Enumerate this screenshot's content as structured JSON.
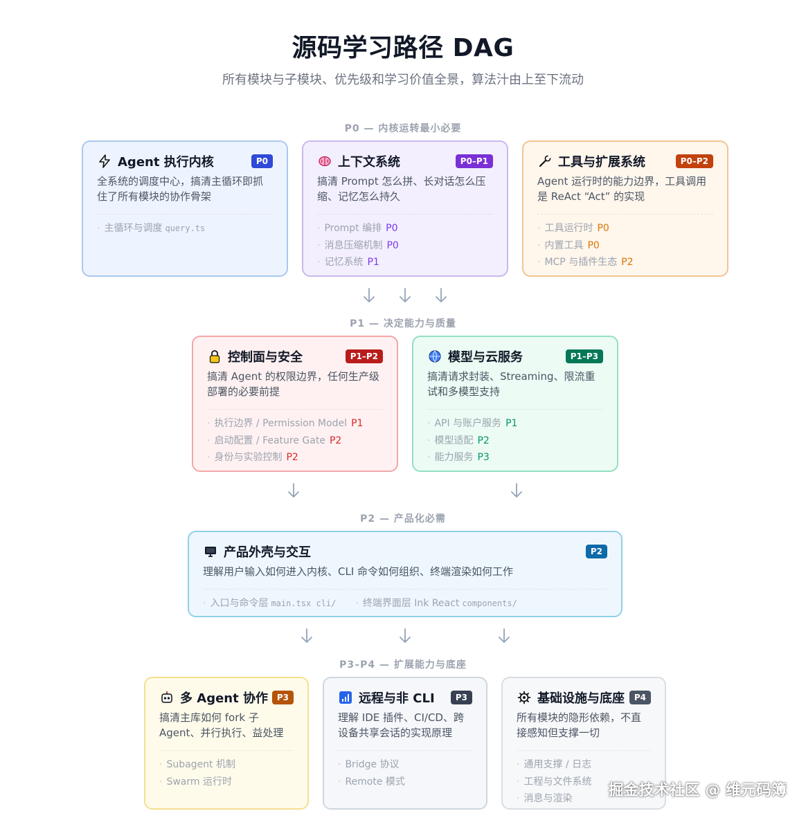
{
  "header": {
    "title": "源码学习路径 DAG",
    "subtitle": "所有模块与子模块、优先级和学习价值全景，算法汁由上至下流动"
  },
  "tiers": {
    "t0": "P0 — 内核运转最小必要",
    "t1": "P1 — 决定能力与质量",
    "t2": "P2 — 产品化必需",
    "t3": "P3–P4 — 扩展能力与底座"
  },
  "cards": {
    "agent": {
      "icon": "lightning-icon",
      "title": "Agent 执行内核",
      "badge": "P0",
      "badge_color": "#2f4ad6",
      "desc": "全系统的调度中心，搞清主循环即抓住了所有模块的协作骨架",
      "items": [
        {
          "label": "主循环与调度",
          "code": "query.ts"
        }
      ]
    },
    "context": {
      "icon": "brain-icon",
      "title": "上下文系统",
      "badge": "P0–P1",
      "badge_color": "#7b2fd6",
      "desc": "搞清 Prompt 怎么拼、长对话怎么压缩、记忆怎么持久",
      "items": [
        {
          "label": "Prompt 编排",
          "prio": "P0"
        },
        {
          "label": "消息压缩机制",
          "prio": "P0"
        },
        {
          "label": "记忆系统",
          "prio": "P1"
        }
      ]
    },
    "tools": {
      "icon": "wrench-icon",
      "title": "工具与扩展系统",
      "badge": "P0–P2",
      "badge_color": "#c2410c",
      "desc": "Agent 运行时的能力边界，工具调用是 ReAct “Act” 的实现",
      "items": [
        {
          "label": "工具运行时",
          "prio": "P0"
        },
        {
          "label": "内置工具",
          "prio": "P0"
        },
        {
          "label": "MCP 与插件生态",
          "prio": "P2"
        }
      ]
    },
    "control": {
      "icon": "lock-icon",
      "title": "控制面与安全",
      "badge": "P1–P2",
      "badge_color": "#b91c1c",
      "desc": "搞清 Agent 的权限边界，任何生产级部署的必要前提",
      "items": [
        {
          "label": "执行边界 / Permission Model",
          "prio": "P1"
        },
        {
          "label": "启动配置 / Feature Gate",
          "prio": "P2"
        },
        {
          "label": "身份与实验控制",
          "prio": "P2"
        }
      ]
    },
    "model": {
      "icon": "globe-icon",
      "title": "模型与云服务",
      "badge": "P1–P3",
      "badge_color": "#047857",
      "desc": "搞清请求封装、Streaming、限流重试和多模型支持",
      "items": [
        {
          "label": "API 与账户服务",
          "prio": "P1"
        },
        {
          "label": "模型适配",
          "prio": "P2"
        },
        {
          "label": "能力服务",
          "prio": "P3"
        }
      ]
    },
    "product": {
      "icon": "monitor-icon",
      "title": "产品外壳与交互",
      "badge": "P2",
      "badge_color": "#0f6aa8",
      "desc": "理解用户输入如何进入内核、CLI 命令如何组织、终端渲染如何工作",
      "items": [
        {
          "label": "入口与命令层",
          "code": "main.tsx cli/"
        },
        {
          "label": "终端界面层 Ink React",
          "code": "components/"
        }
      ]
    },
    "multi": {
      "icon": "robot-icon",
      "title": "多 Agent 协作",
      "badge": "P3",
      "badge_color": "#b45309",
      "desc": "搞清主库如何 fork 子 Agent、并行执行、益处理",
      "items": [
        {
          "label": "Subagent 机制"
        },
        {
          "label": "Swarm 运行时"
        }
      ]
    },
    "remote": {
      "icon": "signal-icon",
      "title": "远程与非 CLI",
      "badge": "P3",
      "badge_color": "#374151",
      "desc": "理解 IDE 插件、CI/CD、跨设备共享会话的实现原理",
      "items": [
        {
          "label": "Bridge 协议"
        },
        {
          "label": "Remote 模式"
        }
      ]
    },
    "infra": {
      "icon": "gear-icon",
      "title": "基础设施与底座",
      "badge": "P4",
      "badge_color": "#4b5563",
      "desc": "所有模块的隐形依赖，不直接感知但支撑一切",
      "items": [
        {
          "label": "通用支撑 / 日志"
        },
        {
          "label": "工程与文件系统"
        },
        {
          "label": "消息与渲染"
        }
      ]
    }
  },
  "colors": {
    "P0": "#7c3aed",
    "P1": "#7c3aed",
    "P2": "#7c3aed"
  },
  "watermark": "掘金技术社区 @ 维元码簿"
}
